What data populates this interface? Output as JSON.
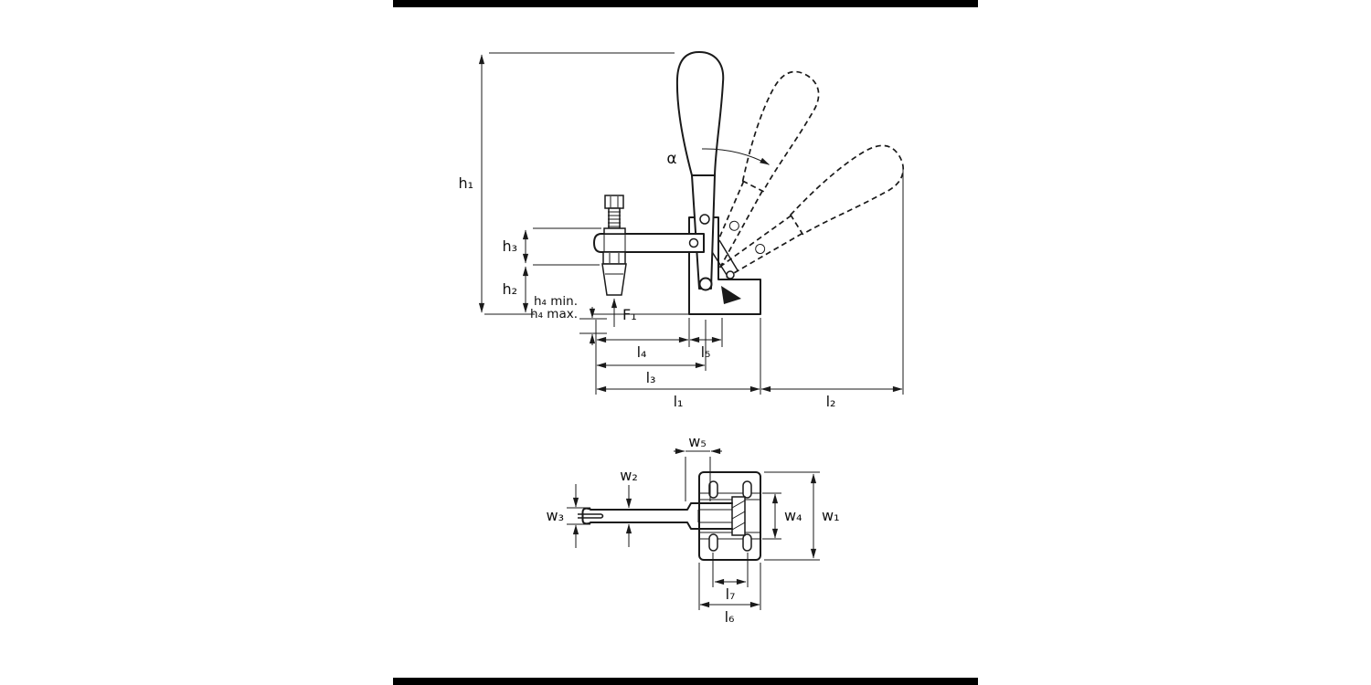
{
  "colors": {
    "background": "#ffffff",
    "line": "#1a1a1a",
    "border_bar": "#000000"
  },
  "dimension_labels": {
    "h1": "h₁",
    "h2": "h₂",
    "h3": "h₃",
    "h4_min": "h₄ min.",
    "h4_max": "h₄ max.",
    "f1": "F₁",
    "alpha": "α",
    "l1": "l₁",
    "l2": "l₂",
    "l3": "l₃",
    "l4": "l₄",
    "l5": "l₅",
    "l6": "l₆",
    "l7": "l₇",
    "w1": "w₁",
    "w2": "w₂",
    "w3": "w₃",
    "w4": "w₄",
    "w5": "w₅"
  }
}
